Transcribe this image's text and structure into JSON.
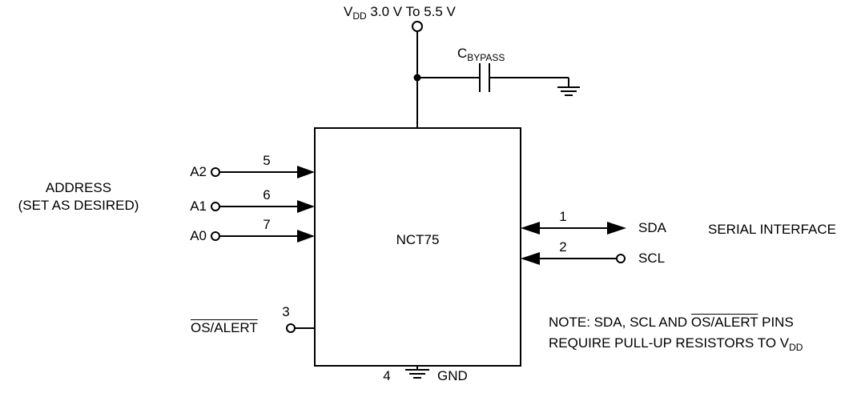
{
  "diagram": {
    "power": {
      "v": "V",
      "v_sub": "DD",
      "range": " 3.0 V To 5.5 V"
    },
    "capacitor": {
      "c": "C",
      "c_sub": "BYPASS"
    },
    "chip": {
      "name": "NCT75"
    },
    "address": {
      "line1": "ADDRESS",
      "line2": "(SET AS DESIRED)"
    },
    "pins": {
      "a2": {
        "label": "A2",
        "number": "5"
      },
      "a1": {
        "label": "A1",
        "number": "6"
      },
      "a0": {
        "label": "A0",
        "number": "7"
      },
      "os_alert": {
        "label": "OS/ALERT",
        "number": "3"
      },
      "sda": {
        "label": "SDA",
        "number": "1"
      },
      "scl": {
        "label": "SCL",
        "number": "2"
      },
      "gnd": {
        "label": "GND",
        "number": "4"
      }
    },
    "serial_interface": "SERIAL INTERFACE",
    "note": {
      "line1_prefix": "NOTE: SDA, SCL AND ",
      "line1_overline": "OS/ALERT",
      "line1_suffix": " PINS",
      "line2_prefix": "REQUIRE PULL-UP RESISTORS TO V",
      "line2_sub": "DD"
    },
    "colors": {
      "line": "#000000",
      "background": "#ffffff"
    }
  }
}
